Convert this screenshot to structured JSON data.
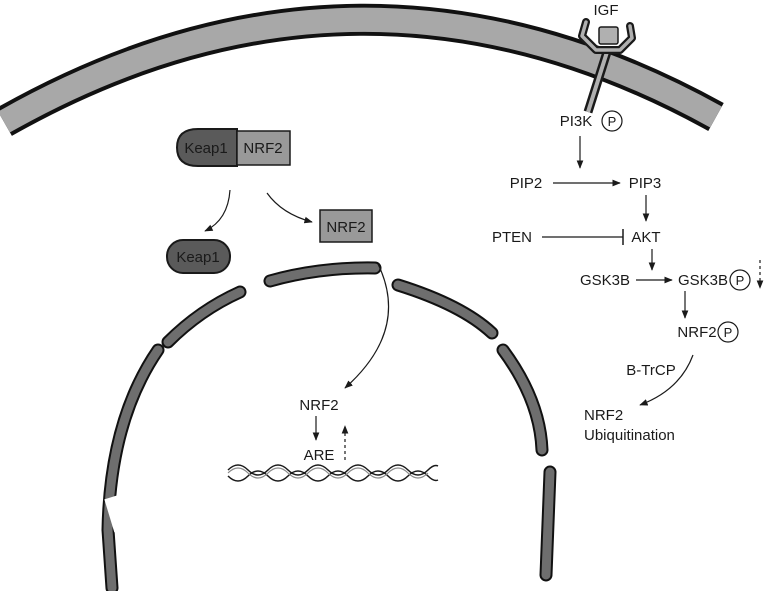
{
  "receptor": {
    "ligand": "IGF"
  },
  "cytoplasm": {
    "complex": {
      "keap1": "Keap1",
      "nrf2": "NRF2"
    },
    "free_keap1": "Keap1",
    "free_nrf2": "NRF2"
  },
  "nucleus": {
    "nrf2": "NRF2",
    "are": "ARE"
  },
  "pathway": {
    "pi3k": "PI3K",
    "pip2": "PIP2",
    "pip3": "PIP3",
    "pten": "PTEN",
    "akt": "AKT",
    "gsk3b": "GSK3B",
    "gsk3b_p": "GSK3B",
    "nrf2_p": "NRF2",
    "btrcp": "B-TrCP",
    "ubiq_line1": "NRF2",
    "ubiq_line2": "Ubiquitination",
    "phospho": "P"
  },
  "colors": {
    "membrane_fill": "#a8a8a8",
    "membrane_stroke": "#111111",
    "keap1_fill": "#5a5a5a",
    "nrf2_fill": "#999999",
    "nucleus_fill": "#6e6e6e",
    "receptor_fill": "#b0b0b0"
  }
}
